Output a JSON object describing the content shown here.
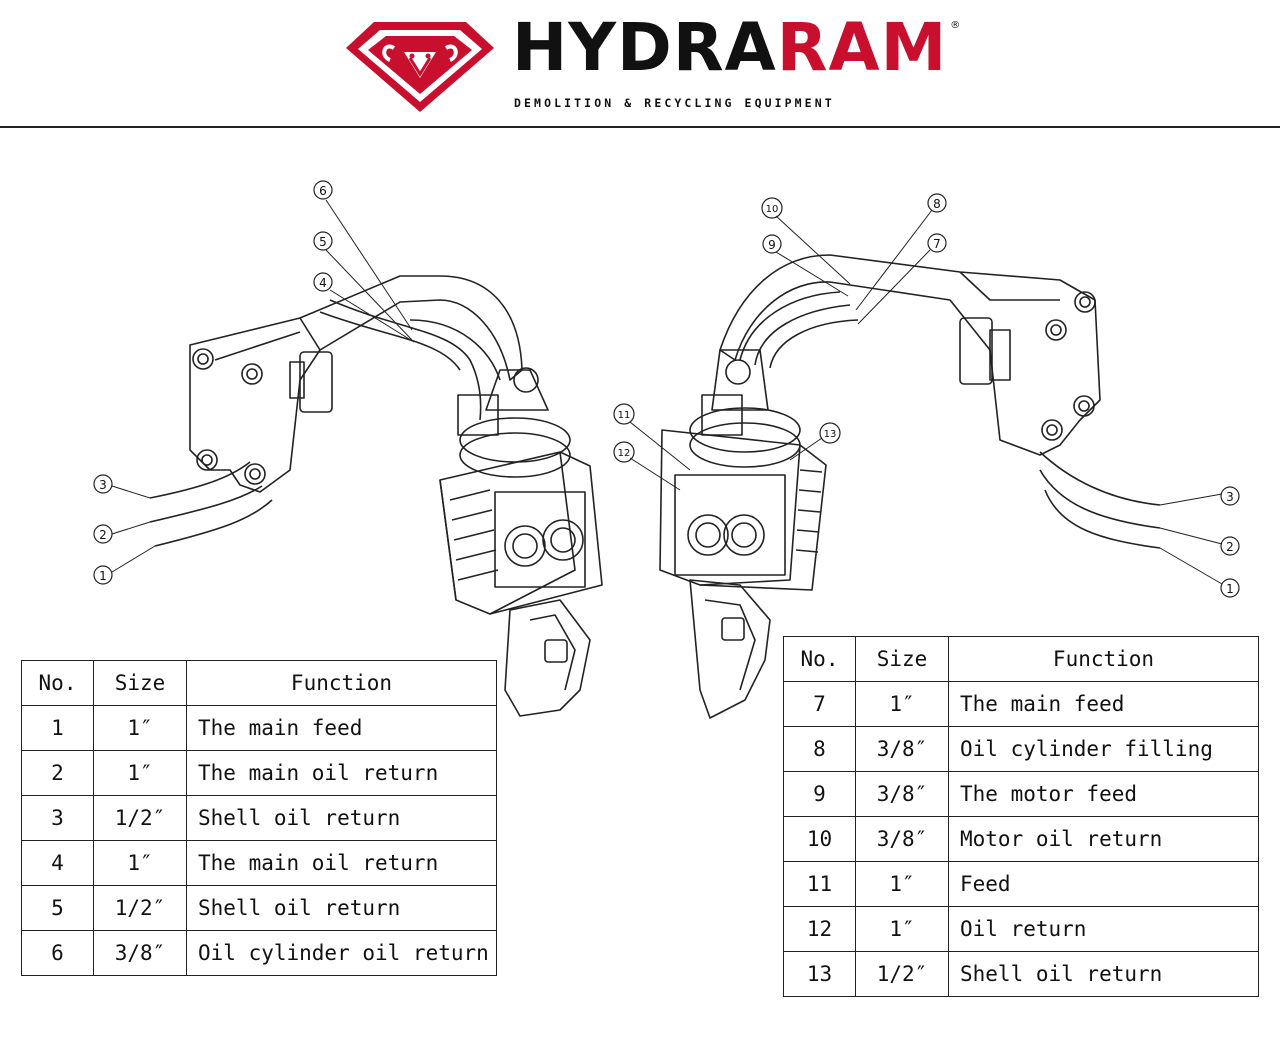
{
  "header": {
    "brand_part1": "HYDRA",
    "brand_part2": "RAM",
    "registered_mark": "®",
    "tagline": "DEMOLITION & RECYCLING EQUIPMENT",
    "colors": {
      "brand_red": "#c8102e",
      "brand_black": "#111111"
    },
    "logo_icon": "ram-head-diamond-icon"
  },
  "diagram": {
    "left_callouts": [
      "6",
      "5",
      "4",
      "3",
      "2",
      "1"
    ],
    "right_callouts": [
      "10",
      "9",
      "8",
      "7",
      "11",
      "12",
      "13",
      "3",
      "2",
      "1"
    ]
  },
  "table_left": {
    "headers": [
      "No.",
      "Size",
      "Function"
    ],
    "rows": [
      {
        "no": "1",
        "size": "1″",
        "function": "The main feed"
      },
      {
        "no": "2",
        "size": "1″",
        "function": "The main oil return"
      },
      {
        "no": "3",
        "size": "1/2″",
        "function": "Shell oil return"
      },
      {
        "no": "4",
        "size": "1″",
        "function": "The main oil return"
      },
      {
        "no": "5",
        "size": "1/2″",
        "function": "Shell oil return"
      },
      {
        "no": "6",
        "size": "3/8″",
        "function": "Oil cylinder oil return"
      }
    ]
  },
  "table_right": {
    "headers": [
      "No.",
      "Size",
      "Function"
    ],
    "rows": [
      {
        "no": "7",
        "size": "1″",
        "function": "The main feed"
      },
      {
        "no": "8",
        "size": "3/8″",
        "function": "Oil cylinder filling"
      },
      {
        "no": "9",
        "size": "3/8″",
        "function": "The motor feed"
      },
      {
        "no": "10",
        "size": "3/8″",
        "function": "Motor oil return"
      },
      {
        "no": "11",
        "size": "1″",
        "function": "Feed"
      },
      {
        "no": "12",
        "size": "1″",
        "function": "Oil return"
      },
      {
        "no": "13",
        "size": "1/2″",
        "function": "Shell oil return"
      }
    ]
  }
}
